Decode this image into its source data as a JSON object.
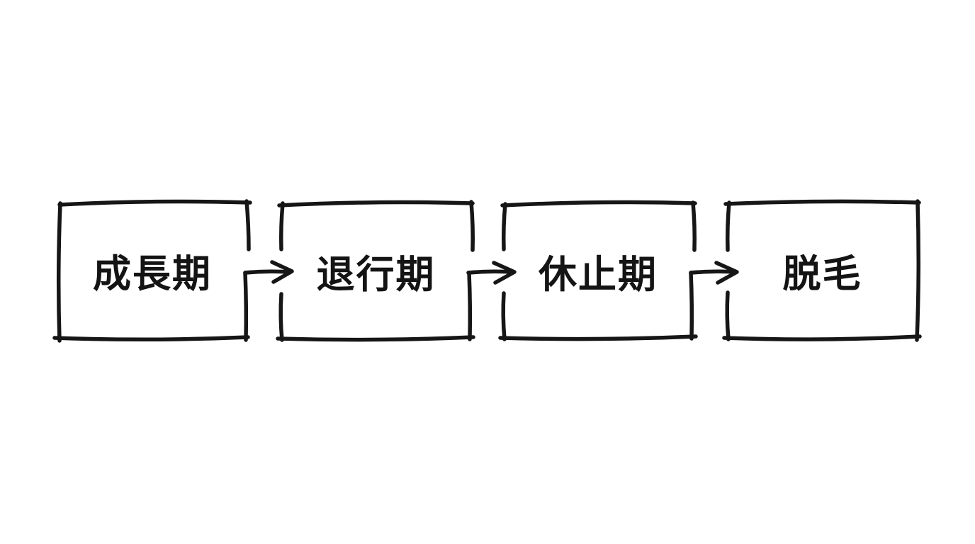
{
  "diagram": {
    "type": "flowchart",
    "direction": "left-to-right",
    "style": "hand-drawn",
    "colors": {
      "background": "#ffffff",
      "stroke": "#161616",
      "text": "#141414"
    },
    "nodes": [
      {
        "label": "成長期"
      },
      {
        "label": "退行期"
      },
      {
        "label": "休止期"
      },
      {
        "label": "脱毛"
      }
    ],
    "arrows": [
      {
        "from": "成長期",
        "to": "退行期"
      },
      {
        "from": "退行期",
        "to": "休止期"
      },
      {
        "from": "休止期",
        "to": "脱毛"
      }
    ]
  }
}
